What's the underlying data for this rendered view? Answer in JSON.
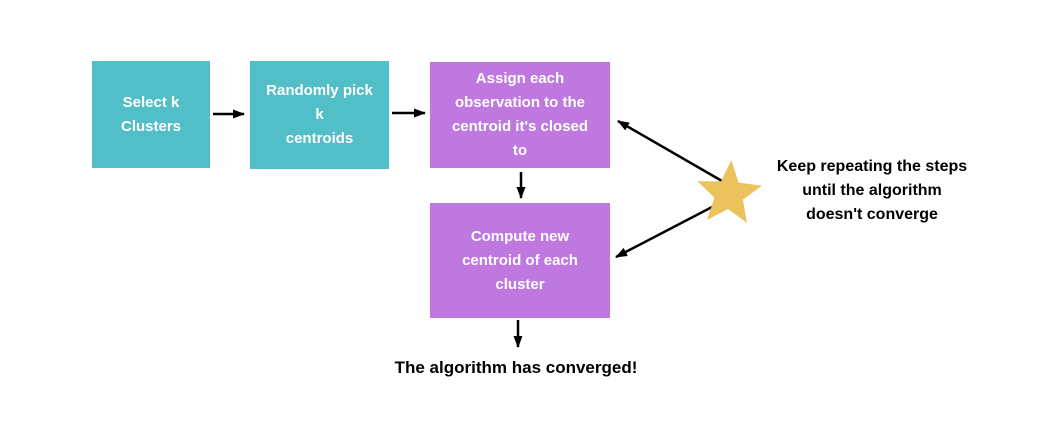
{
  "diagram": {
    "type": "flowchart",
    "background": "#FFFFFF",
    "nodes": {
      "select_k": {
        "label": "Select k\nClusters",
        "fill": "#52BEC8",
        "text_color": "#FFFFFF"
      },
      "random_pick": {
        "label": "Randomly pick\nk\ncentroids",
        "fill": "#52BEC8",
        "text_color": "#FFFFFF"
      },
      "assign_each": {
        "label": "Assign each\nobservation to the\ncentroid it's closed\nto",
        "fill": "#BE78E0",
        "text_color": "#FFFFFF"
      },
      "compute_new": {
        "label": "Compute new\ncentroid of each\ncluster",
        "fill": "#BE78E0",
        "text_color": "#FFFFFF"
      }
    },
    "annotations": {
      "loop_note": {
        "label": "Keep repeating the steps\nuntil the algorithm\ndoesn't converge",
        "text_color": "#000000"
      },
      "end_note": {
        "label": "The algorithm has converged!",
        "text_color": "#000000"
      }
    },
    "icons": {
      "star": {
        "name": "star-icon",
        "glyph": "★",
        "color": "#EBC25C"
      }
    },
    "edges": [
      {
        "from": "select_k",
        "to": "random_pick"
      },
      {
        "from": "random_pick",
        "to": "assign_each"
      },
      {
        "from": "assign_each",
        "to": "compute_new"
      },
      {
        "from": "star",
        "to": "assign_each"
      },
      {
        "from": "star",
        "to": "compute_new"
      },
      {
        "from": "compute_new",
        "to": "end_note"
      }
    ],
    "colors": {
      "arrow": "#000000"
    }
  }
}
